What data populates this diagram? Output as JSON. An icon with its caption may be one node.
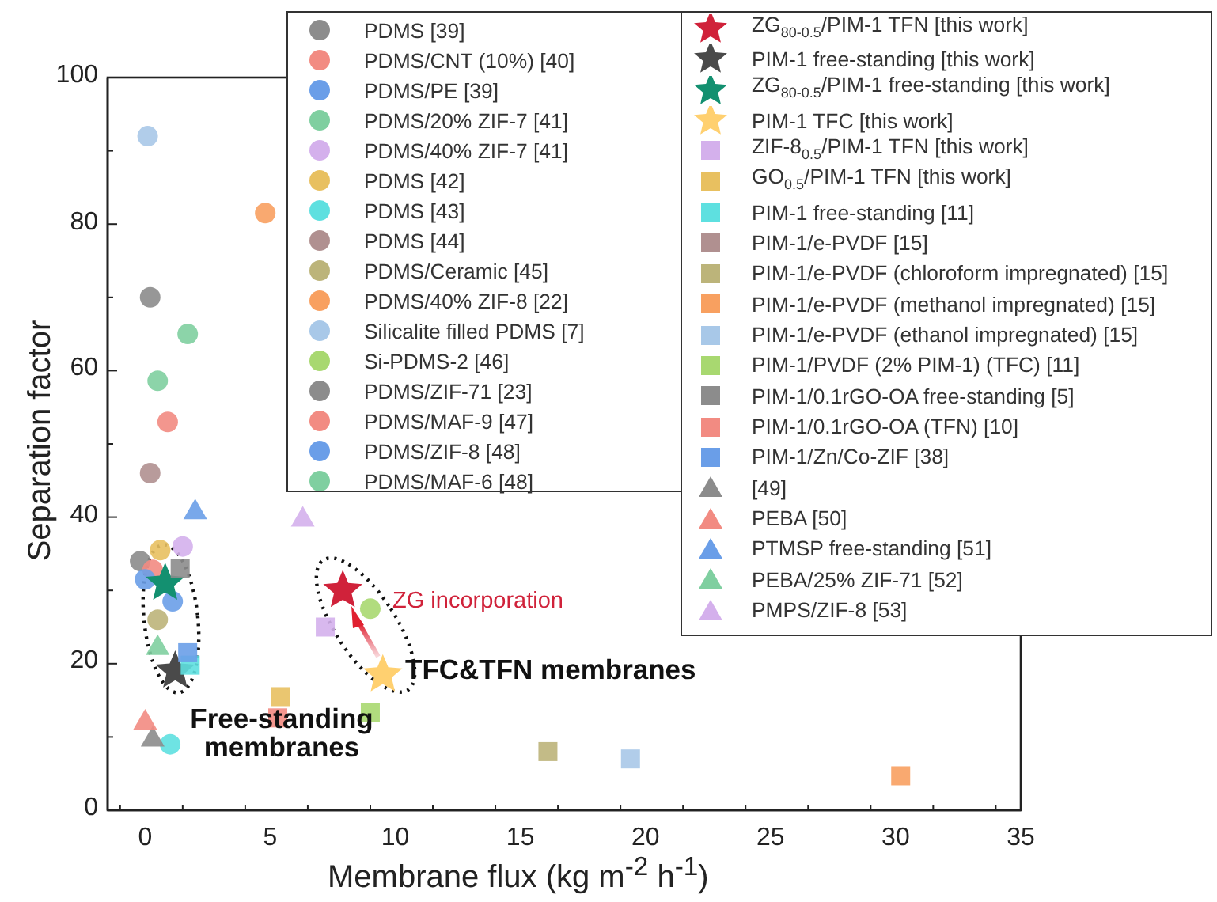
{
  "diagram": {
    "chart_data": {
      "type": "scatter",
      "xlabel": "Membrane flux (kg m$^{-2}$ h$^{-1}$)",
      "ylabel": "Separation factor",
      "xlim": [
        -1.5,
        35
      ],
      "ylim": [
        0,
        100
      ],
      "xticks": [
        0,
        5,
        10,
        15,
        20,
        25,
        30,
        35
      ],
      "yticks": [
        0,
        20,
        40,
        60,
        80,
        100
      ],
      "legend": "top-right",
      "series": [
        {
          "name": "PDMS [39]",
          "color": "#8c8c8c",
          "marker": "circle",
          "x": [
            -0.2
          ],
          "values": [
            34
          ]
        },
        {
          "name": "PDMS/CNT (10%) [40]",
          "color": "#f28b82",
          "marker": "circle",
          "x": [
            0.3
          ],
          "values": [
            32.8
          ]
        },
        {
          "name": "PDMS/PE [39]",
          "color": "#6a9ee8",
          "marker": "circle",
          "x": [
            0.0
          ],
          "values": [
            31.5
          ]
        },
        {
          "name": "PDMS/20% ZIF-7 [41]",
          "color": "#7fcfa0",
          "marker": "circle",
          "x": [
            0.5
          ],
          "values": [
            58.6
          ]
        },
        {
          "name": "PDMS/40% ZIF-7 [41]",
          "color": "#d4b0ec",
          "marker": "circle",
          "x": [
            1.5
          ],
          "values": [
            36
          ]
        },
        {
          "name": "PDMS [42]",
          "color": "#e8c060",
          "marker": "circle",
          "x": [
            0.6
          ],
          "values": [
            35.5
          ]
        },
        {
          "name": "PDMS [43]",
          "color": "#5ee0e0",
          "marker": "circle",
          "x": [
            1.0
          ],
          "values": [
            9
          ]
        },
        {
          "name": "PDMS [44]",
          "color": "#b09090",
          "marker": "circle",
          "x": [
            0.2
          ],
          "values": [
            46
          ]
        },
        {
          "name": "PDMS/Ceramic [45]",
          "color": "#bcb47a",
          "marker": "circle",
          "x": [
            0.5
          ],
          "values": [
            26
          ]
        },
        {
          "name": "PDMS/40% ZIF-8 [22]",
          "color": "#f8a060",
          "marker": "circle",
          "x": [
            4.8
          ],
          "values": [
            81.5
          ]
        },
        {
          "name": "Silicalite filled PDMS [7]",
          "color": "#a8c8e8",
          "marker": "circle",
          "x": [
            0.1
          ],
          "values": [
            92
          ]
        },
        {
          "name": "Si-PDMS-2 [46]",
          "color": "#a8d870",
          "marker": "circle",
          "x": [
            9.0
          ],
          "values": [
            27.5
          ]
        },
        {
          "name": "PDMS/ZIF-71 [23]",
          "color": "#8c8c8c",
          "marker": "circle",
          "x": [
            0.2
          ],
          "values": [
            70
          ]
        },
        {
          "name": "PDMS/MAF-9 [47]",
          "color": "#f28b82",
          "marker": "circle",
          "x": [
            0.9
          ],
          "values": [
            53
          ]
        },
        {
          "name": "PDMS/ZIF-8 [48]",
          "color": "#6a9ee8",
          "marker": "circle",
          "x": [
            1.1
          ],
          "values": [
            28.5
          ]
        },
        {
          "name": "PDMS/MAF-6 [48]",
          "color": "#7fcfa0",
          "marker": "circle",
          "x": [
            1.7
          ],
          "values": [
            65
          ]
        },
        {
          "name": "ZG$_{80-0.5}$/PIM-1 TFN [this work]",
          "color": "#d0223a",
          "marker": "star",
          "x": [
            7.9
          ],
          "values": [
            30
          ]
        },
        {
          "name": "PIM-1 free-standing [this work]",
          "color": "#4a4a4a",
          "marker": "star",
          "x": [
            1.2
          ],
          "values": [
            19
          ]
        },
        {
          "name": "ZG$_{80-0.5}$/PIM-1 free-standing [this work]",
          "color": "#139070",
          "marker": "star",
          "x": [
            0.8
          ],
          "values": [
            31
          ]
        },
        {
          "name": "PIM-1 TFC [this work]",
          "color": "#ffd070",
          "marker": "star",
          "x": [
            9.5
          ],
          "values": [
            18.5
          ]
        },
        {
          "name": "ZIF-8$_{0.5}$/PIM-1 TFN [this work]",
          "color": "#d4b0ec",
          "marker": "square",
          "x": [
            7.2
          ],
          "values": [
            25
          ]
        },
        {
          "name": "GO$_{0.5}$/PIM-1 TFN [this work]",
          "color": "#e8c060",
          "marker": "square",
          "x": [
            5.4
          ],
          "values": [
            15.5
          ]
        },
        {
          "name": "PIM-1 free-standing [11]",
          "color": "#5ee0e0",
          "marker": "square",
          "x": [
            1.8
          ],
          "values": [
            19.8
          ]
        },
        {
          "name": "PIM-1/e-PVDF [15]",
          "color": "#b09090",
          "marker": "square",
          "x": [
            null
          ],
          "values": [
            null
          ]
        },
        {
          "name": "PIM-1/e-PVDF (chloroform impregnated) [15]",
          "color": "#bcb47a",
          "marker": "square",
          "x": [
            16.1
          ],
          "values": [
            8
          ]
        },
        {
          "name": "PIM-1/e-PVDF (methanol impregnated) [15]",
          "color": "#f8a060",
          "marker": "square",
          "x": [
            30.2
          ],
          "values": [
            4.7
          ]
        },
        {
          "name": "PIM-1/e-PVDF (ethanol impregnated) [15]",
          "color": "#a8c8e8",
          "marker": "square",
          "x": [
            19.4
          ],
          "values": [
            7
          ]
        },
        {
          "name": "PIM-1/PVDF (2% PIM-1) (TFC) [11]",
          "color": "#a8d870",
          "marker": "square",
          "x": [
            9.0
          ],
          "values": [
            13.3
          ]
        },
        {
          "name": "PIM-1/0.1rGO-OA free-standing [5]",
          "color": "#8c8c8c",
          "marker": "square",
          "x": [
            1.4
          ],
          "values": [
            33
          ]
        },
        {
          "name": "PIM-1/0.1rGO-OA (TFN) [10]",
          "color": "#f28b82",
          "marker": "square",
          "x": [
            5.3
          ],
          "values": [
            12.6
          ]
        },
        {
          "name": "PIM-1/Zn/Co-ZIF [38]",
          "color": "#6a9ee8",
          "marker": "square",
          "x": [
            1.7
          ],
          "values": [
            21.5
          ]
        },
        {
          "name": "[49]",
          "color": "#8c8c8c",
          "marker": "triangle",
          "x": [
            0.3
          ],
          "values": [
            10
          ]
        },
        {
          "name": "PEBA [50]",
          "color": "#f28b82",
          "marker": "triangle",
          "x": [
            0.0
          ],
          "values": [
            12.3
          ]
        },
        {
          "name": "PTMSP free-standing [51]",
          "color": "#6a9ee8",
          "marker": "triangle",
          "x": [
            2.0
          ],
          "values": [
            41
          ]
        },
        {
          "name": "PEBA/25% ZIF-71 [52]",
          "color": "#7fcfa0",
          "marker": "triangle",
          "x": [
            0.5
          ],
          "values": [
            22.5
          ]
        },
        {
          "name": "PMPS/ZIF-8 [53]",
          "color": "#d4b0ec",
          "marker": "triangle",
          "x": [
            6.3
          ],
          "values": [
            40
          ]
        }
      ],
      "annotations": [
        "ZG incorporation",
        "TFC&TFN membranes",
        "Free-standing membranes"
      ]
    }
  }
}
